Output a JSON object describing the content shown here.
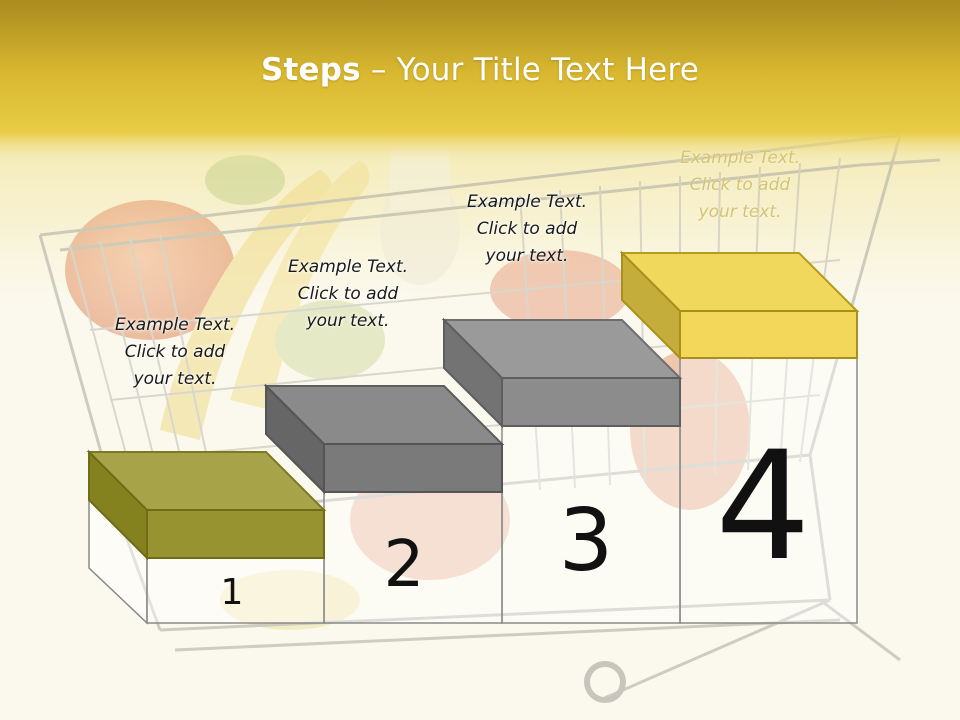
{
  "slide": {
    "title_bold": "Steps",
    "title_rest": " – Your Title Text Here",
    "colors": {
      "header_top": "#a88a1e",
      "header_mid": "#e3c43a",
      "step1_top": "#a6a348",
      "step1_front": "#969330",
      "step2_top": "#8a8a8a",
      "step3_top": "#9a9a9a",
      "step4_top": "#f0d85c",
      "step4_front": "#f2d75a"
    }
  },
  "steps": [
    {
      "number": "1",
      "caption": [
        "Example Text.",
        "Click  to add",
        "your text."
      ]
    },
    {
      "number": "2",
      "caption": [
        "Example Text.",
        "Click  to add",
        "your text."
      ]
    },
    {
      "number": "3",
      "caption": [
        "Example Text.",
        "Click  to add",
        "your text."
      ]
    },
    {
      "number": "4",
      "caption": [
        "Example Text.",
        "Click  to add",
        "your text."
      ]
    }
  ]
}
